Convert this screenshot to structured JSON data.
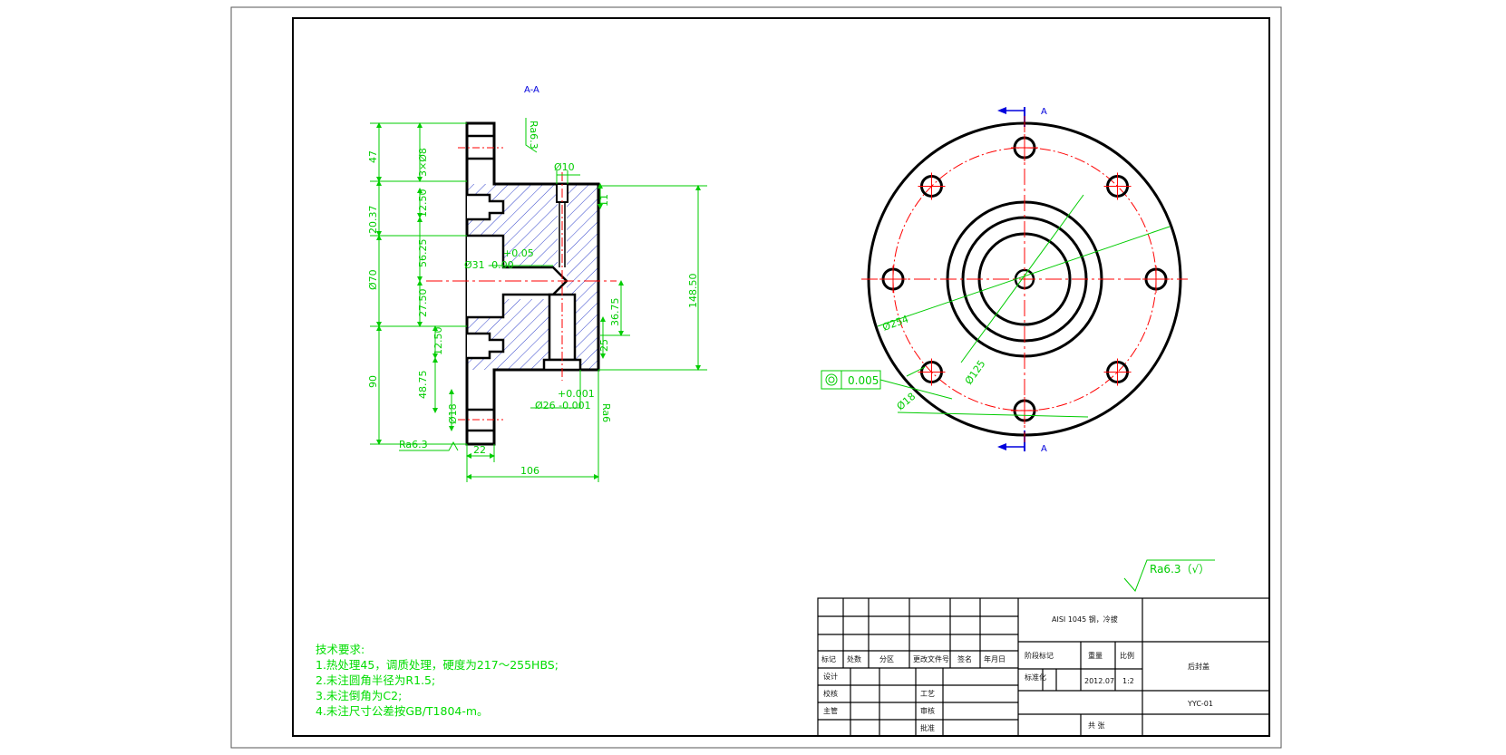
{
  "section_label": "A-A",
  "view_marker": "A",
  "dimensions": {
    "d47": "47",
    "d20_37": "20.37",
    "d70": "Ø70",
    "d90": "90",
    "d8": "3×Ø8",
    "d12_50a": "12.50",
    "d56_25": "56.25",
    "d27_50": "27.50",
    "d12_50b": "12.50",
    "d48_75": "48.75",
    "d18_left": "Ø18",
    "d10": "Ø10",
    "d148_50": "148.50",
    "d36_75": "36.75",
    "d25": "25",
    "tol_top_plus": "+0.05",
    "tol_top_main": "Ø31 -0.00",
    "tol_bot_plus": "+0.001",
    "tol_bot_main": "Ø26 -0.001",
    "d22": "22",
    "d106": "106",
    "d254": "Ø254",
    "d125": "Ø125",
    "d18_right": "Ø18",
    "d11": "11"
  },
  "roughness": {
    "top": "Ra6.3",
    "left": "Ra6.3",
    "right": "Ra6",
    "general": "Ra6.3（√）"
  },
  "tolerance_frame": {
    "value": "0.005"
  },
  "notes": {
    "title": "技术要求:",
    "items": [
      "1.热处理45，调质处理，硬度为217～255HBS;",
      "2.未注圆角半径为R1.5;",
      "3.未注倒角为C2;",
      "4.未注尺寸公差按GB/T1804-m。"
    ]
  },
  "title_block": {
    "material": "AISI 1045 钢，冷拔",
    "part_name": "后封盖",
    "drawing_no": "YYC-01",
    "scale": "1:2",
    "date": "2012.07",
    "stage_mark": "阶段标记",
    "weight": "重量",
    "ratio": "比例",
    "sheets": "共 张",
    "headers": [
      "标记",
      "处数",
      "分区",
      "更改文件号",
      "签名",
      "年月日"
    ],
    "roles": [
      "设计",
      "标准化",
      "校核",
      "工艺",
      "主管",
      "审核",
      "批准"
    ]
  },
  "colors": {
    "outline": "#000000",
    "dimension": "#00cc00",
    "centerline": "#ff0000",
    "section_mark": "#0000dd",
    "hatch": "#3333cc"
  }
}
